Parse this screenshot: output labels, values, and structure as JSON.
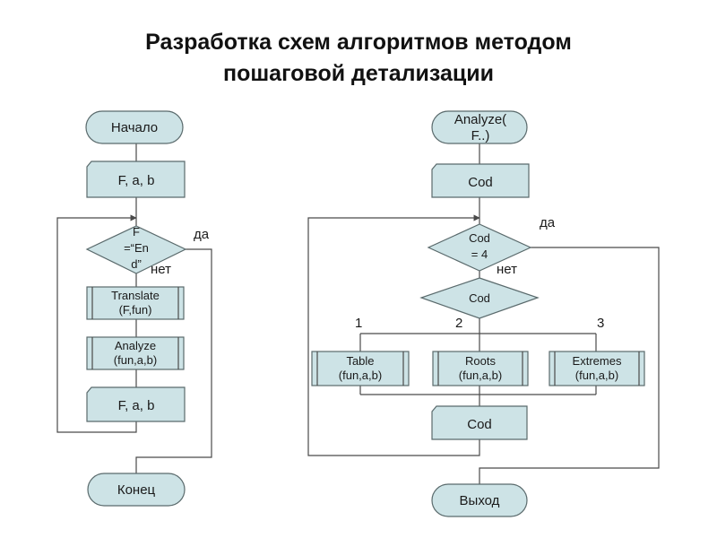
{
  "title": {
    "line1": "Разработка схем алгоритмов методом",
    "line2": "пошаговой детализации"
  },
  "left": {
    "start": "Начало",
    "input": "F, a, b",
    "decision": [
      "F",
      "=“En",
      "d”"
    ],
    "translate": [
      "Translate",
      "(F,fun)"
    ],
    "analyze": [
      "Analyze",
      "(fun,a,b)"
    ],
    "input2": "F, a, b",
    "end": "Конец",
    "yes": "да",
    "no": "нет"
  },
  "right": {
    "start": [
      "Analyze(",
      "F..)"
    ],
    "cod1": "Cod",
    "decision": [
      "Cod",
      "= 4"
    ],
    "switch": "Cod",
    "yes": "да",
    "no": "нет",
    "case1": "1",
    "case2": "2",
    "case3": "3",
    "table": [
      "Table",
      "(fun,a,b)"
    ],
    "roots": [
      "Roots",
      "(fun,a,b)"
    ],
    "extremes": [
      "Extremes",
      "(fun,a,b)"
    ],
    "cod2": "Cod",
    "exit": "Выход"
  },
  "colors": {
    "shape_fill": "#cde3e6",
    "shape_stroke": "#5a6a6c",
    "line": "#4a4a4a"
  }
}
